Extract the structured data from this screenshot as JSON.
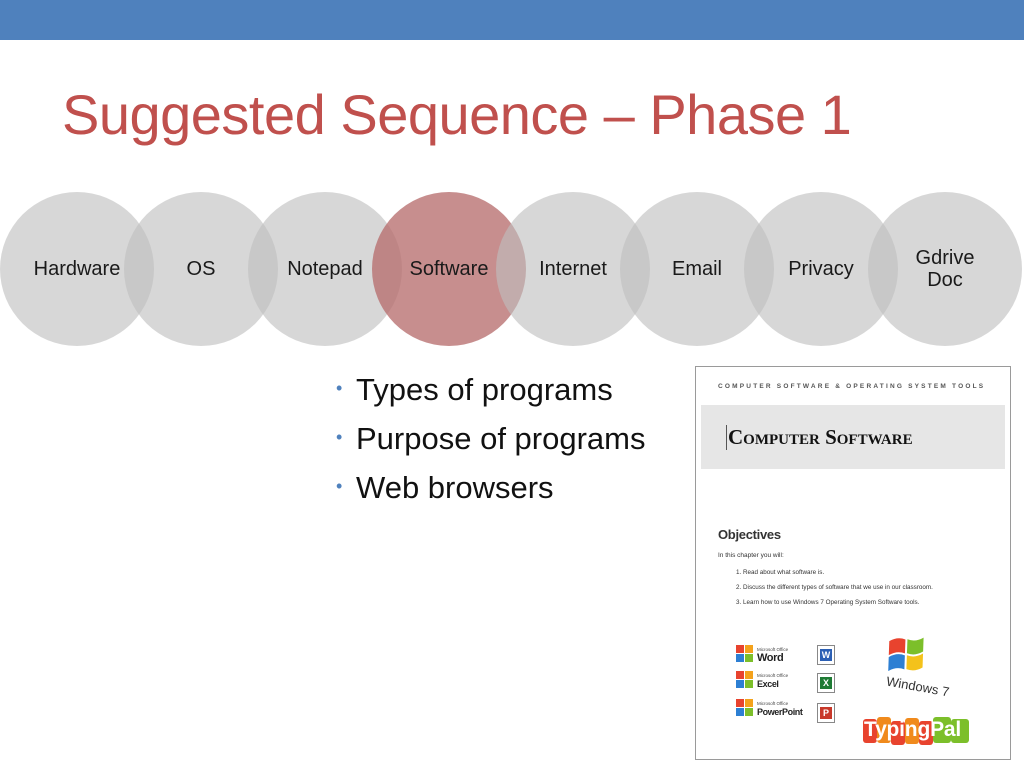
{
  "slide": {
    "title": "Suggested Sequence – Phase 1"
  },
  "sequence": [
    {
      "label": "Hardware",
      "active": false
    },
    {
      "label": "OS",
      "active": false
    },
    {
      "label": "Notepad",
      "active": false
    },
    {
      "label": "Software",
      "active": true
    },
    {
      "label": "Internet",
      "active": false
    },
    {
      "label": "Email",
      "active": false
    },
    {
      "label": "Privacy",
      "active": false
    },
    {
      "label": "Gdrive Doc",
      "active": false
    }
  ],
  "bullets": [
    "Types of programs",
    "Purpose of programs",
    "Web browsers"
  ],
  "document": {
    "kicker": "COMPUTER SOFTWARE & OPERATING SYSTEM TOOLS",
    "title": "Computer Software",
    "objectives_heading": "Objectives",
    "intro": "In this chapter you will:",
    "items": [
      "1.   Read about what software is.",
      "2.   Discuss the different types of software that we use in our classroom.",
      "3.   Learn how to use Windows 7 Operating System Software tools."
    ],
    "apps": [
      {
        "small": "Microsoft Office",
        "name": "Word"
      },
      {
        "small": "Microsoft Office",
        "name": "Excel"
      },
      {
        "small": "Microsoft Office",
        "name": "PowerPoint"
      }
    ],
    "windows_label": "Windows 7",
    "typing_logo": "TypingPal"
  },
  "colors": {
    "accent": "#4f81bd",
    "title": "#c0504d",
    "circle": "#bebebe",
    "circle_active": "#b76e6e"
  },
  "icons": [
    "word-file-icon",
    "excel-file-icon",
    "powerpoint-file-icon",
    "windows-logo-icon",
    "typingpal-logo"
  ]
}
